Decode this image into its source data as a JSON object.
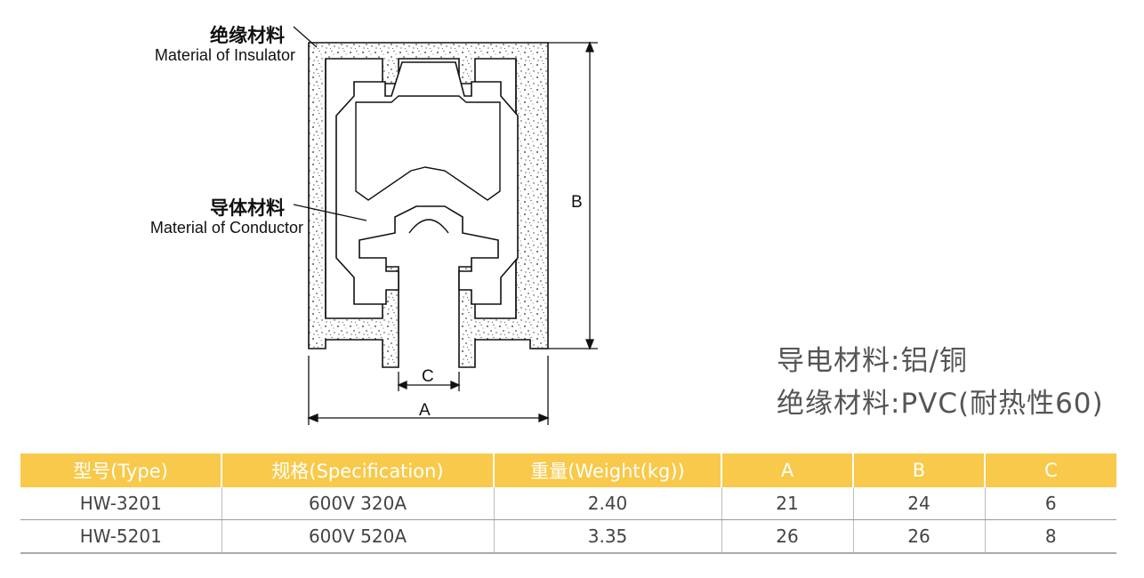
{
  "diagram": {
    "insulator_label_cn": "绝缘材料",
    "insulator_label_en": "Material of Insulator",
    "conductor_label_cn": "导体材料",
    "conductor_label_en": "Material of Conductor",
    "dim_a": "A",
    "dim_b": "B",
    "dim_c": "C"
  },
  "materials": {
    "conductor": "导电材料:铝/铜",
    "insulator": "绝缘材料:PVC(耐热性60)"
  },
  "colors": {
    "header_bg": "#f8c94a",
    "header_text": "#ffffff",
    "line": "#111111"
  },
  "table": {
    "headers": [
      "型号(Type)",
      "规格(Specification)",
      "重量(Weight(kg))",
      "A",
      "B",
      "C"
    ],
    "rows": [
      [
        "HW-3201",
        "600V 320A",
        "2.40",
        "21",
        "24",
        "6"
      ],
      [
        "HW-5201",
        "600V 520A",
        "3.35",
        "26",
        "26",
        "8"
      ]
    ]
  }
}
